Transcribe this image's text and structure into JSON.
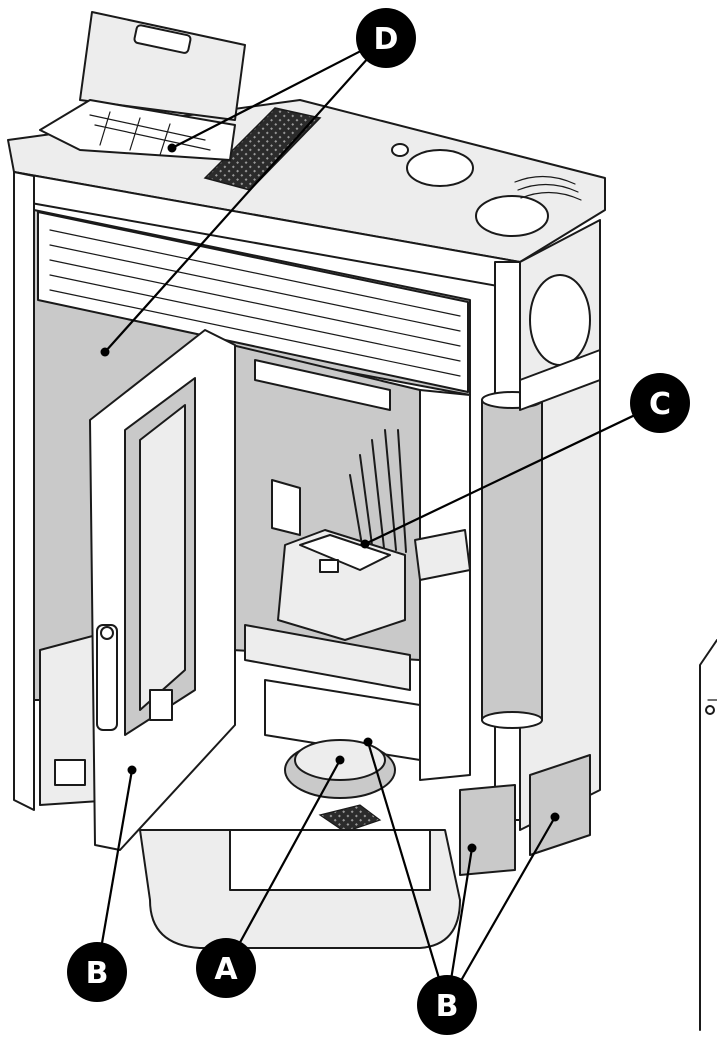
{
  "callouts": [
    {
      "id": "A",
      "label": "A"
    },
    {
      "id": "B-left",
      "label": "B"
    },
    {
      "id": "B-right",
      "label": "B"
    },
    {
      "id": "C",
      "label": "C"
    },
    {
      "id": "D",
      "label": "D"
    }
  ]
}
